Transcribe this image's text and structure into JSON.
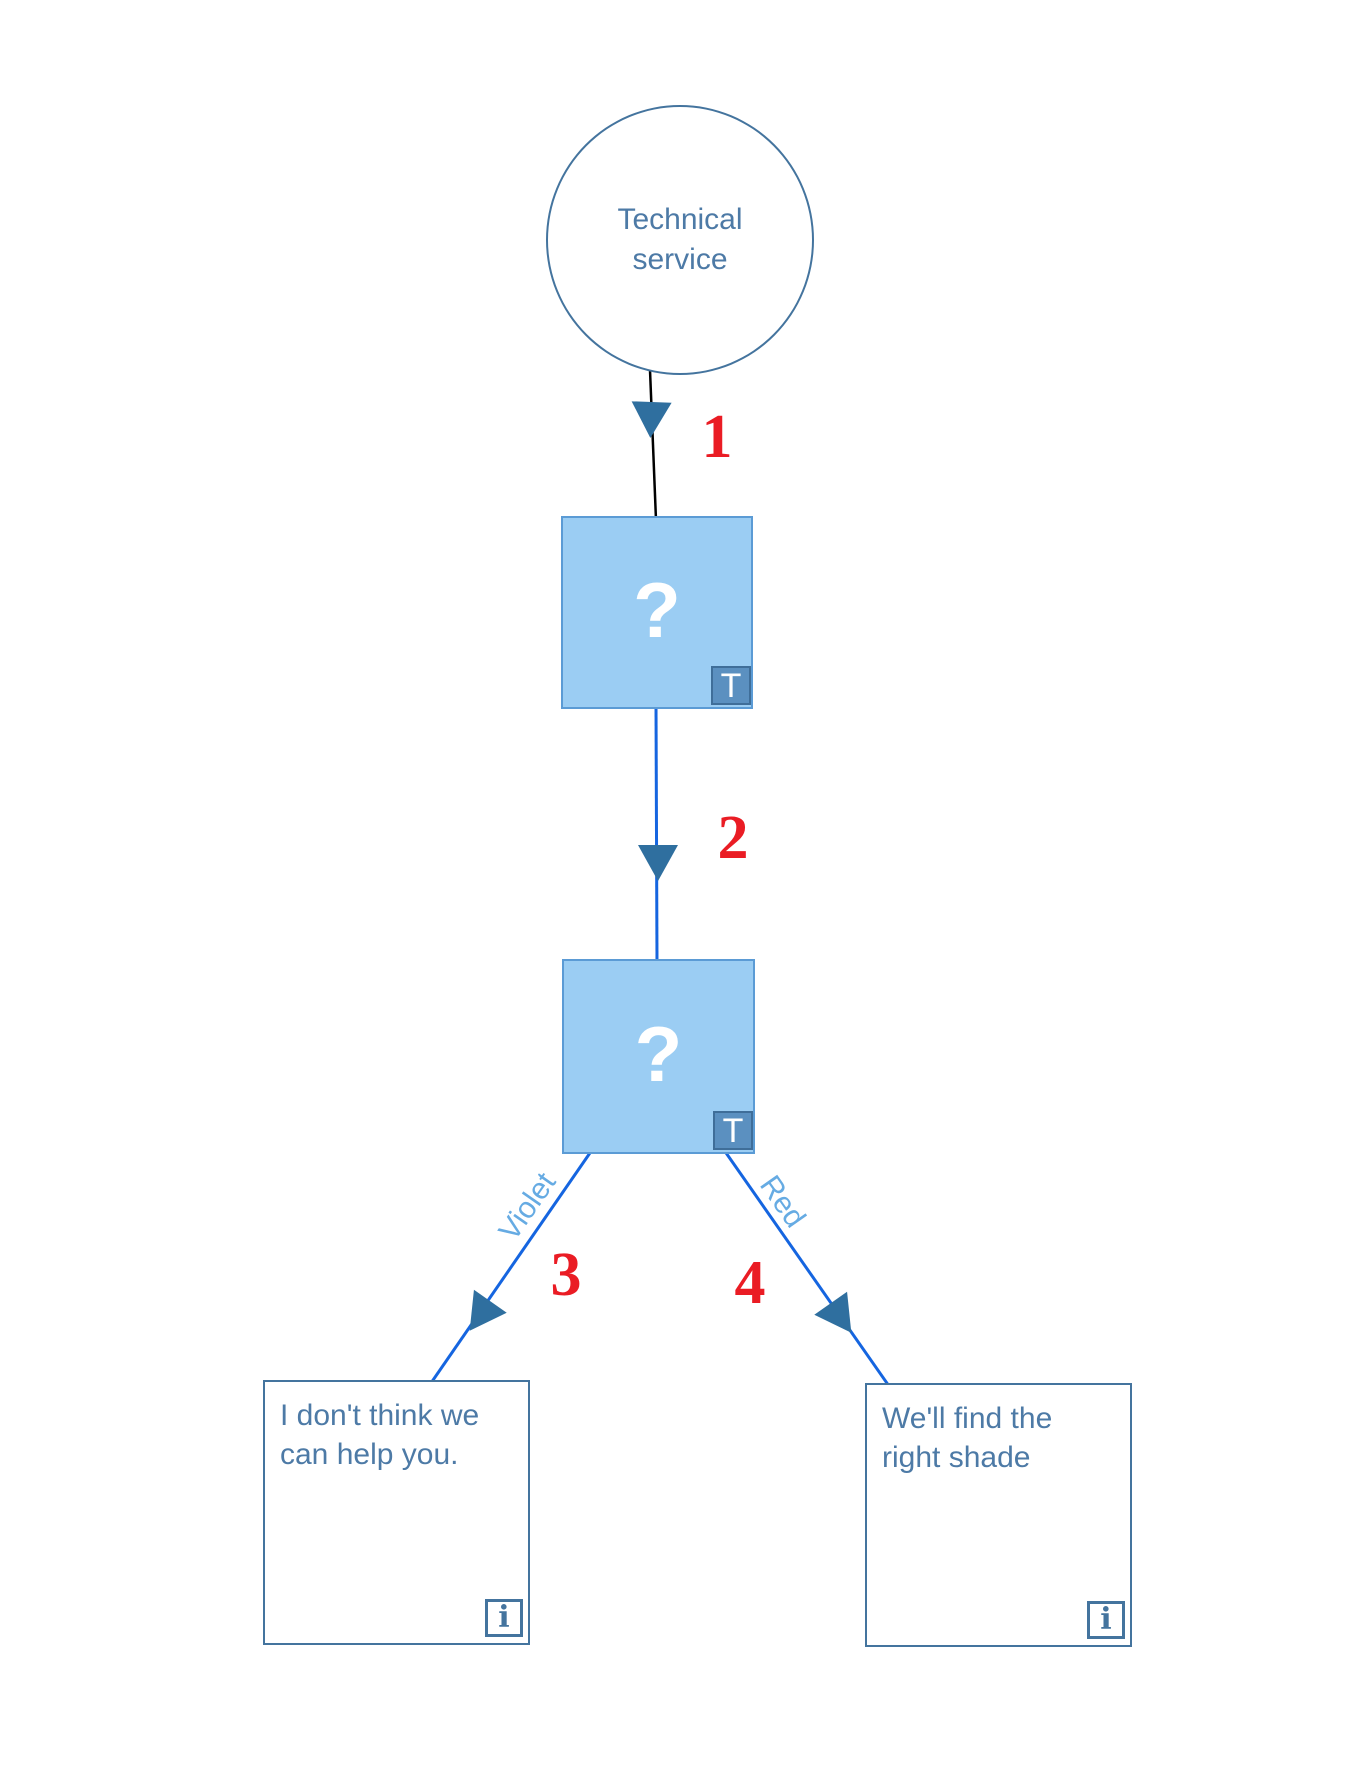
{
  "colors": {
    "node_border": "#44749e",
    "node_text": "#4d7aa6",
    "square_fill": "#9bcdf3",
    "square_border": "#5b9bd5",
    "badge_fill": "#5b90c0",
    "badge_border": "#3f6e99",
    "question_mark": "#ffffff",
    "edge_blue": "#1565e0",
    "edge_black": "#000000",
    "arrowhead": "#2f6f9f",
    "edge_label": "#66abe3",
    "step_number": "#ea1c24"
  },
  "start_node": {
    "label": "Technical service"
  },
  "question_nodes": [
    {
      "symbol": "?",
      "badge": "T"
    },
    {
      "symbol": "?",
      "badge": "T"
    }
  ],
  "edges": [
    {
      "number": "1"
    },
    {
      "number": "2"
    },
    {
      "number": "3",
      "label": "Violet"
    },
    {
      "number": "4",
      "label": "Red"
    }
  ],
  "message_nodes": [
    {
      "text": "I don't think we can help you.",
      "icon": "i"
    },
    {
      "text": "We'll find the right shade",
      "icon": "i"
    }
  ]
}
